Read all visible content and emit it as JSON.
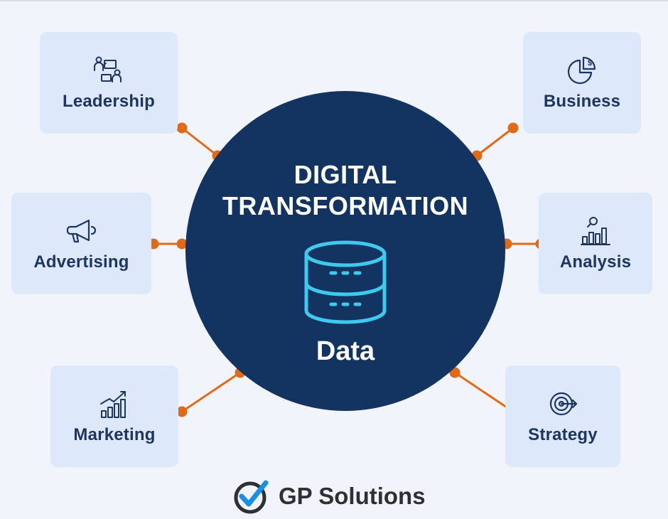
{
  "hub": {
    "title_line1": "DIGITAL",
    "title_line2": "TRANSFORMATION",
    "subtitle": "Data",
    "icon": "database-icon"
  },
  "cards": {
    "leadership": {
      "label": "Leadership",
      "icon": "team-presentation-icon"
    },
    "business": {
      "label": "Business",
      "icon": "pie-chart-dollar-icon"
    },
    "advertising": {
      "label": "Advertising",
      "icon": "megaphone-icon"
    },
    "analysis": {
      "label": "Analysis",
      "icon": "magnifier-bar-chart-icon"
    },
    "marketing": {
      "label": "Marketing",
      "icon": "growth-chart-icon"
    },
    "strategy": {
      "label": "Strategy",
      "icon": "target-arrow-icon"
    }
  },
  "brand": {
    "name": "GP Solutions",
    "logo_icon": "checkmark-logo-icon"
  },
  "colors": {
    "background": "#f1f4fb",
    "card": "#dde9fb",
    "hub": "#133461",
    "text_dark": "#1e3560",
    "connector": "#e06a17",
    "accent_cyan": "#3ec9ee",
    "logo_blue": "#1a8fe3"
  }
}
